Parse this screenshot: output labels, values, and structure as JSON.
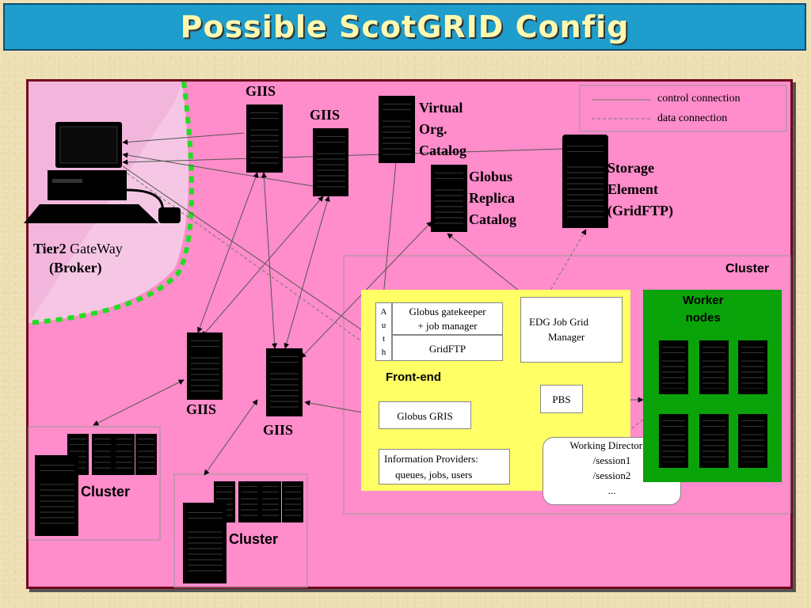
{
  "title": "Possible ScotGRID Config",
  "legend": {
    "control": "control connection",
    "data": "data connection"
  },
  "giis": [
    "GIIS",
    "GIIS",
    "GIIS",
    "GIIS"
  ],
  "catalogs": {
    "vo_line1": "Virtual",
    "vo_line2": "Org.",
    "vo_line3": "Catalog",
    "replica_line1": "Globus",
    "replica_line2": "Replica",
    "replica_line3": "Catalog",
    "storage_line1": "Storage",
    "storage_line2": "Element",
    "storage_line3": "(GridFTP)"
  },
  "gateway": {
    "line1_bold": "Tier2",
    "line1_rest": " GateWay",
    "line2": "(Broker)"
  },
  "cluster_main": {
    "label": "Cluster",
    "frontend_label": "Front-end",
    "auth": [
      "A",
      "u",
      "t",
      "h"
    ],
    "gatekeeper_line1": "Globus gatekeeper",
    "gatekeeper_line2": "+  job manager",
    "gridftp": "GridFTP",
    "edg_line1": "EDG Job Grid",
    "edg_line2": "Manager",
    "pbs": "PBS",
    "gris": "Globus GRIS",
    "info_line1": "Information Providers:",
    "info_line2": "queues, jobs, users",
    "workdir_line1": "Working Directories",
    "workdir_line2": "/session1",
    "workdir_line3": "/session2",
    "workdir_line4": "...",
    "worker_line1": "Worker",
    "worker_line2": "nodes"
  },
  "small_clusters": [
    "Cluster",
    "Cluster"
  ],
  "colors": {
    "title_bg": "#1f9dcc",
    "title_text": "#fff9b0",
    "panel": "#ff8ccb",
    "frontend": "#ffff66",
    "workers": "#0aa30a",
    "firewall": "#22dd22"
  }
}
